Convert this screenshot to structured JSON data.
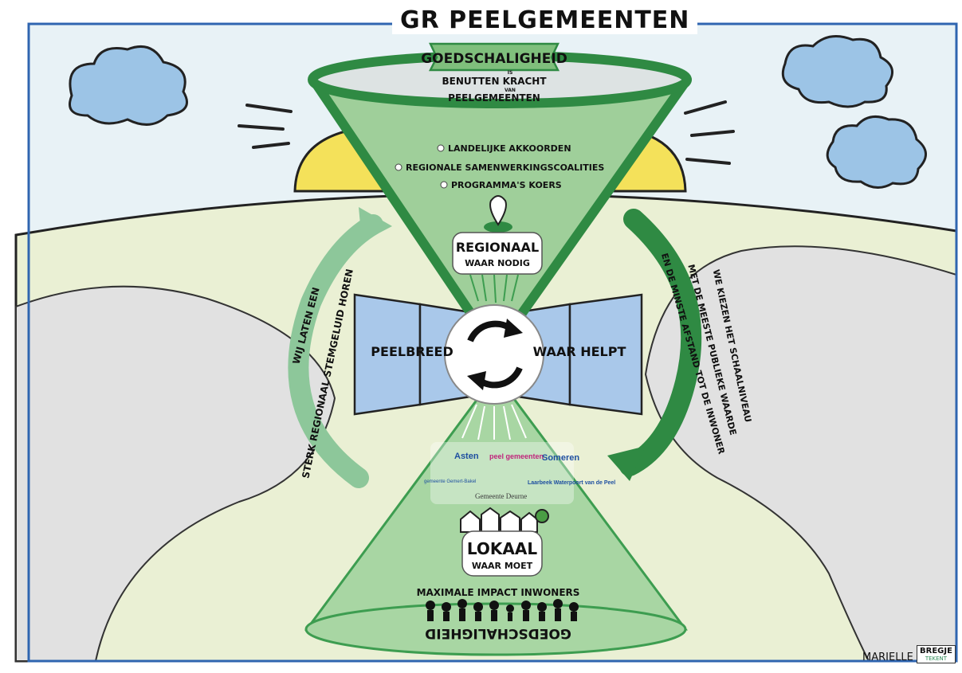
{
  "title": "GR PEELGEMEENTEN",
  "top_banner": "GOEDSCHALIGHEID",
  "top_subtitle": {
    "line1": "IS",
    "line2": "BENUTTEN KRACHT",
    "line3": "VAN",
    "line4": "PEELGEMEENTEN"
  },
  "bullets": [
    "LANDELIJKE AKKOORDEN",
    "REGIONALE SAMENWERKINGSCOALITIES",
    "PROGRAMMA'S KOERS"
  ],
  "regional": {
    "title": "REGIONAAL",
    "subtitle": "WAAR NODIG"
  },
  "left_panel": "PEELBREED",
  "right_panel": "WAAR HELPT",
  "left_arrow": {
    "line1": "WIJ LATEN EEN",
    "line2": "STERK REGIONAAL STEMGELUID HOREN"
  },
  "right_arrow": {
    "line1": "WE KIEZEN HET SCHAALNIVEAU",
    "line2": "MET DE MEESTE PUBLIEKE WAARDE",
    "line3": "EN DE MINSTE AFSTAND TOT DE INWONER"
  },
  "municipality_logos": [
    "Asten",
    "peel gemeenten",
    "Someren",
    "gemeente Gemert-Bakel",
    "Gemeente Deurne",
    "Laarbeek Waterpoort van de Peel"
  ],
  "local": {
    "title": "LOKAAL",
    "subtitle": "WAAR MOET"
  },
  "impact": "MAXIMALE IMPACT INWONERS",
  "bottom_banner": "GOEDSCHALIGHEID",
  "credit": {
    "name": "MARIELLE",
    "logo": "BREGJE",
    "logo_sub": "TEKENT"
  },
  "colors": {
    "sky": "#e8f2f6",
    "hill": "#eaf0d4",
    "road": "#e1e1e1",
    "cone_dark": "#2f8a43",
    "cone_fill": "#9fcf9a",
    "panel_blue": "#a9c8ea",
    "cloud_blue": "#9cc4e6",
    "sun": "#f4e15a",
    "frame_blue": "#2f65b0"
  },
  "icons": [
    "cloud-icon",
    "sun-icon",
    "map-pin-icon",
    "refresh-cycle-icon",
    "houses-icon",
    "people-icon",
    "curved-arrow-icon"
  ]
}
